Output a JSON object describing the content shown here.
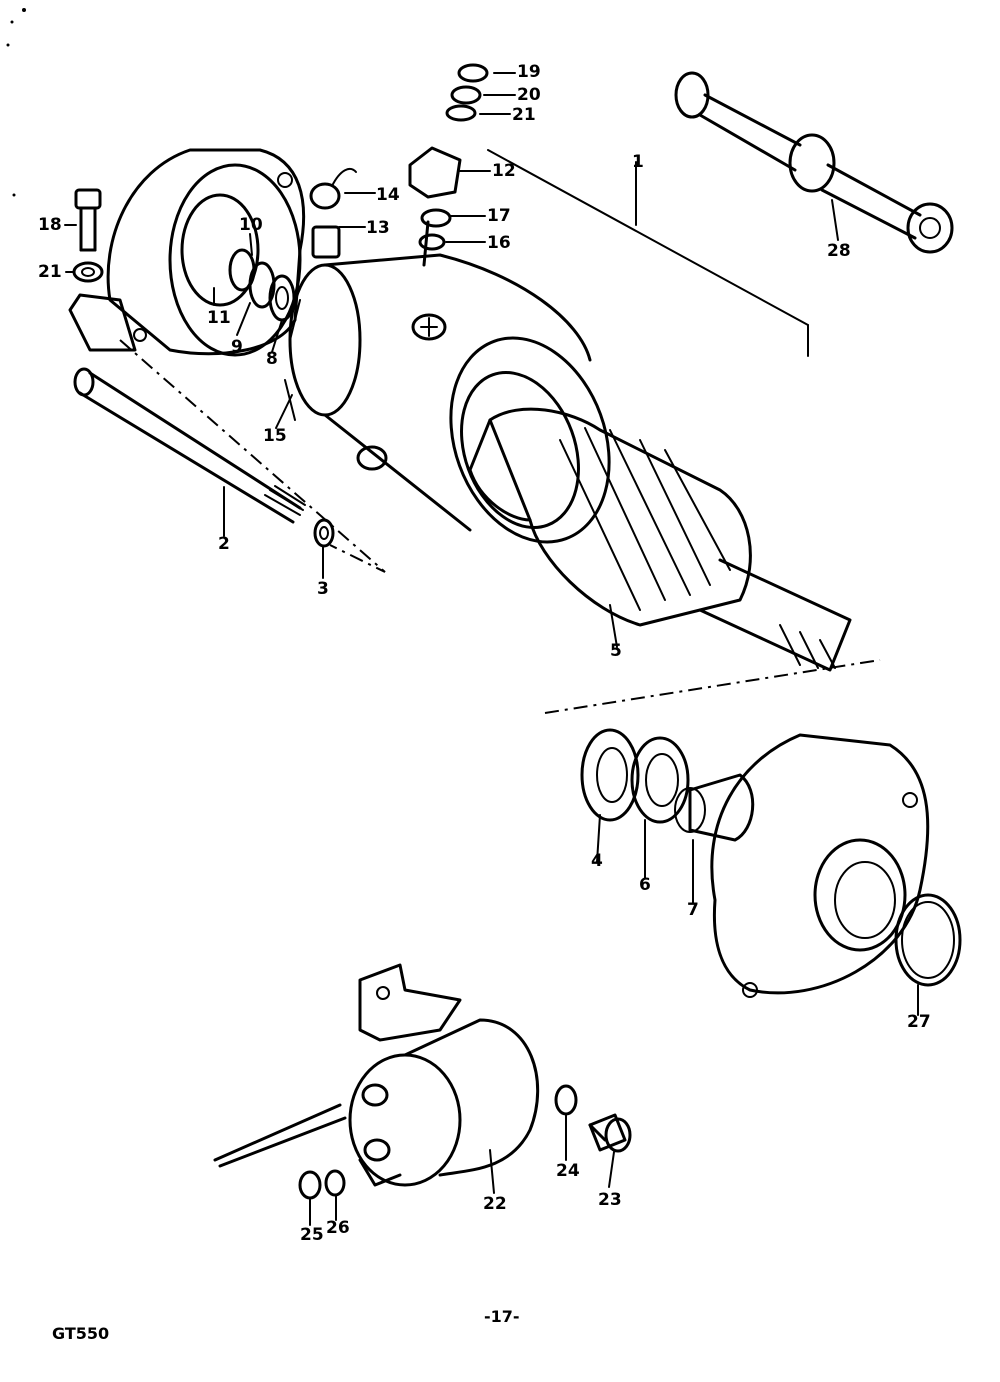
{
  "diagram": {
    "callouts": {
      "p1": "1",
      "p2": "2",
      "p3": "3",
      "p4": "4",
      "p5": "5",
      "p6": "6",
      "p7": "7",
      "p8": "8",
      "p9": "9",
      "p10": "10",
      "p11": "11",
      "p12": "12",
      "p13": "13",
      "p14": "14",
      "p15": "15",
      "p16": "16",
      "p17": "17",
      "p18": "18",
      "p19": "19",
      "p20": "20",
      "p21a": "21",
      "p21b": "21",
      "p22": "22",
      "p23": "23",
      "p24": "24",
      "p25": "25",
      "p26": "26",
      "p27": "27",
      "p28": "28"
    }
  },
  "footer": {
    "model": "GT550",
    "page_number": "-17-"
  }
}
